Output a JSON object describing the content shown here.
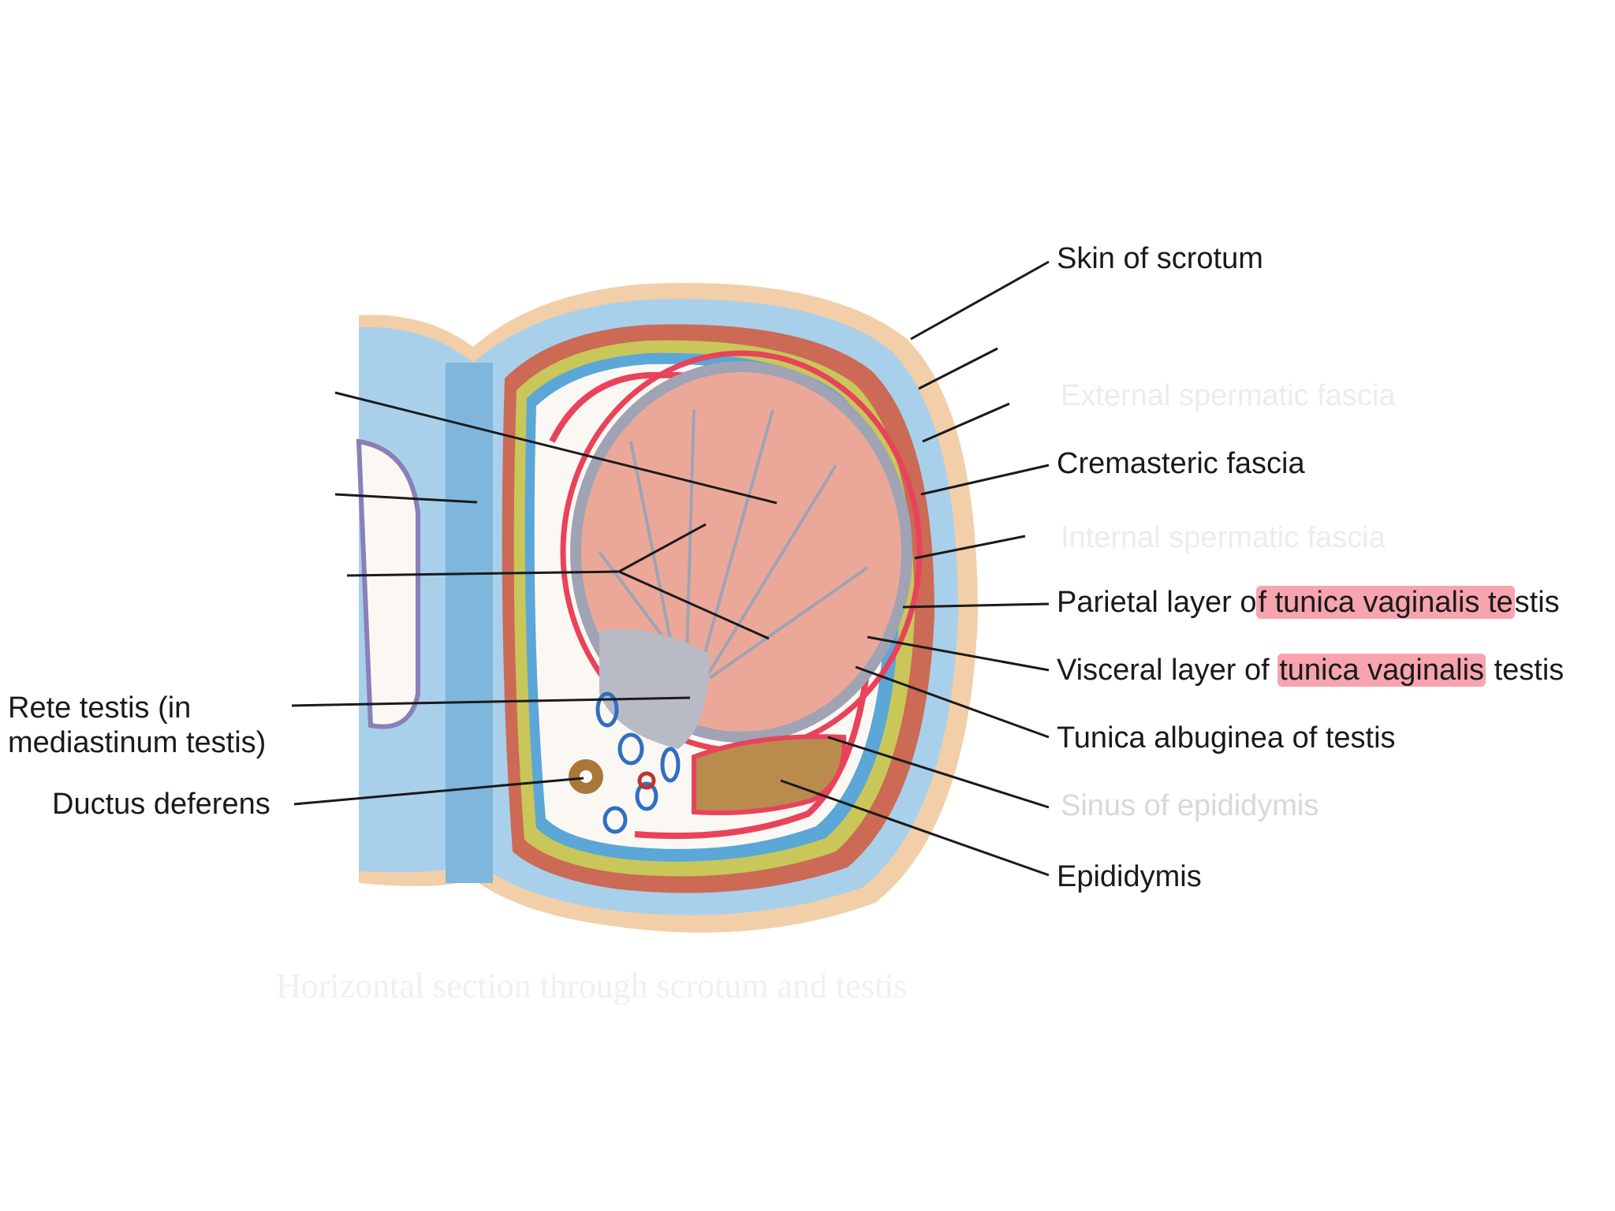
{
  "labels": {
    "skin_of_scrotum": "Skin of scrotum",
    "cremasteric_fascia": "Cremasteric fascia",
    "parietal_prefix": "Parietal layer o",
    "parietal_highlight": "f tunica vaginalis te",
    "parietal_suffix": "stis",
    "visceral_prefix": "Visceral layer of ",
    "visceral_highlight": "tunica vaginalis",
    "visceral_suffix": " testis",
    "tunica_albuginea": "Tunica albuginea of testis",
    "epididymis": "Epididymis",
    "rete_testis": "Rete testis (in\nmediastinum testis)",
    "ductus_deferens": "Ductus deferens"
  },
  "colors": {
    "highlight": "#f05a6e",
    "skin": "#f2cfa8",
    "fascia_blue": "#5aa7d8",
    "muscle_red": "#cc6a55",
    "fascia_green": "#b6b64a",
    "tunica_red": "#e8435a",
    "testis_pink": "#eba898",
    "albuginea_gray": "#9fa3b4",
    "epididymis_brown": "#b98c4e"
  }
}
